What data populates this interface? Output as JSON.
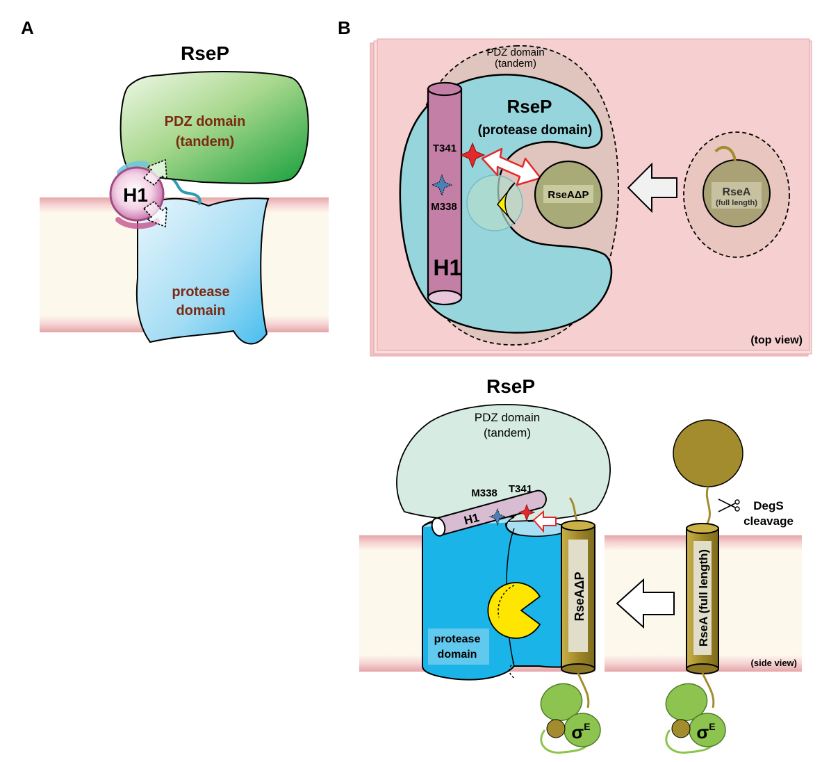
{
  "panel_a": {
    "letter": "A",
    "title": "RseP",
    "pdz_line1": "PDZ domain",
    "pdz_line2": "(tandem)",
    "h1": "H1",
    "protease_line1": "protease",
    "protease_line2": "domain"
  },
  "panel_b_top": {
    "letter": "B",
    "pdz_line1": "PDZ domain",
    "pdz_line2": "(tandem)",
    "rsep_title": "RseP",
    "rsep_subtitle": "(protease domain)",
    "t341": "T341",
    "m338": "M338",
    "h1": "H1",
    "rsea_delta": "RseAΔP",
    "rsea_full_line1": "RseA",
    "rsea_full_line2": "(full length)",
    "view_label": "(top view)"
  },
  "panel_b_bottom": {
    "title": "RseP",
    "pdz_line1": "PDZ domain",
    "pdz_line2": "(tandem)",
    "m338": "M338",
    "t341": "T341",
    "h1": "H1",
    "protease_line1": "protease",
    "protease_line2": "domain",
    "rsea_delta": "RseAΔP",
    "rsea_full": "RseA (full length)",
    "degs_line1": "DegS",
    "degs_line2": "cleavage",
    "sigma_left": "σ",
    "sigma_left_sup": "E",
    "sigma_right": "σ",
    "sigma_right_sup": "E",
    "view_label": "(side view)"
  },
  "colors": {
    "membrane_edge": "#e9a9ab",
    "membrane_core": "#fdf8ec",
    "top_view_bg": "#f6cfd0",
    "pdz_green": "#3aaa48",
    "protease_blue": "#19b4e8",
    "protease_light": "#9ad6e2",
    "h1_magenta": "#c47fa6",
    "rsea_olive": "#a38c2e",
    "sigma_green": "#8dc44f",
    "yellow": "#ffe600",
    "red": "#e2292b",
    "text_brown": "#7a2a12"
  }
}
